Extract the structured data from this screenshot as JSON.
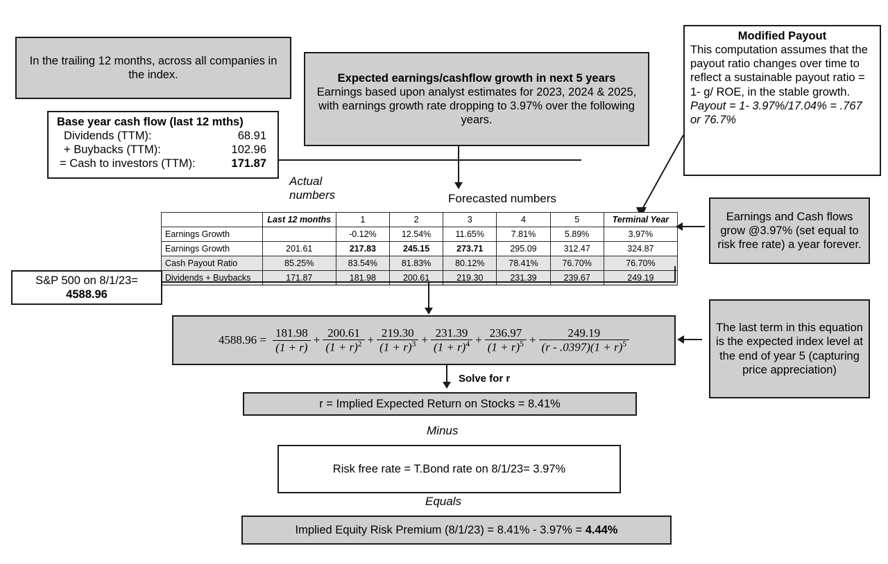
{
  "notes": {
    "trailing_12_months": "In the trailing 12 months, across all companies in the index.",
    "expected_growth_title": "Expected earnings/cashflow growth in next 5 years",
    "expected_growth_body": "Earnings based upon analyst estimates for 2023, 2024 & 2025, with earnings growth rate dropping to 3.97% over the following years.",
    "modified_payout_title": "Modified Payout",
    "modified_payout_body": "This computation assumes that the payout ratio changes over time to reflect a sustainable payout ratio = 1- g/ ROE, in the stable growth.",
    "modified_payout_formula": "Payout = 1- 3.97%/17.04% = .767 or 76.7%",
    "terminal_growth_note": "Earnings and Cash flows grow @3.97% (set equal to risk free rate) a year forever.",
    "last_term_note": "The last term in this equation is the expected index level at the end of year 5 (capturing price appreciation)"
  },
  "base_year": {
    "title": "Base year cash flow  (last 12 mths)",
    "rows": [
      {
        "label": "Dividends (TTM):",
        "value": "68.91"
      },
      {
        "label": "+ Buybacks (TTM):",
        "value": "102.96"
      },
      {
        "label": "= Cash to investors (TTM):",
        "value": "171.87"
      }
    ]
  },
  "index_level": {
    "label": "S&P 500 on 8/1/23=",
    "value": "4588.96"
  },
  "section_labels": {
    "actual_line1": "Actual",
    "actual_line2": "numbers",
    "forecasted": "Forecasted numbers",
    "solve_for_r": "Solve for r",
    "minus": "Minus",
    "equals": "Equals"
  },
  "chart_data": {
    "type": "table",
    "title": "Forecasted numbers",
    "columns": [
      "",
      "Last 12 months",
      "1",
      "2",
      "3",
      "4",
      "5",
      "Terminal Year"
    ],
    "rows": [
      {
        "label": "Earnings Growth",
        "values": [
          "",
          "-0.12%",
          "12.54%",
          "11.65%",
          "7.81%",
          "5.89%",
          "3.97%"
        ],
        "bold": [
          false,
          false,
          false,
          false,
          false,
          false,
          false
        ],
        "shaded": false
      },
      {
        "label": "Earnings Growth",
        "values": [
          "201.61",
          "217.83",
          "245.15",
          "273.71",
          "295.09",
          "312.47",
          "324.87"
        ],
        "bold": [
          false,
          true,
          true,
          true,
          false,
          false,
          false
        ],
        "shaded": false
      },
      {
        "label": "Cash Payout Ratio",
        "values": [
          "85.25%",
          "83.54%",
          "81.83%",
          "80.12%",
          "78.41%",
          "76.70%",
          "76.70%"
        ],
        "bold": [
          false,
          false,
          false,
          false,
          false,
          false,
          false
        ],
        "shaded": true
      },
      {
        "label": "Dividends + Buybacks",
        "values": [
          "171.87",
          "181.98",
          "200.61",
          "219.30",
          "231.39",
          "239.67",
          "249.19"
        ],
        "bold": [
          false,
          false,
          false,
          false,
          false,
          false,
          false
        ],
        "shaded": true
      }
    ]
  },
  "equation": {
    "lhs": "4588.96 =",
    "terms": [
      {
        "numerator": "181.98",
        "denominator_base": "(1 + r)",
        "exponent": ""
      },
      {
        "numerator": "200.61",
        "denominator_base": "(1 + r)",
        "exponent": "2"
      },
      {
        "numerator": "219.30",
        "denominator_base": "(1 + r)",
        "exponent": "3"
      },
      {
        "numerator": "231.39",
        "denominator_base": "(1 + r)",
        "exponent": "4"
      },
      {
        "numerator": "236.97",
        "denominator_base": "(1 + r)",
        "exponent": "5"
      },
      {
        "numerator": "249.19",
        "denominator_base": "(r - .0397)(1 + r)",
        "exponent": "5"
      }
    ],
    "operator": "+"
  },
  "results": {
    "implied_return": "r = Implied Expected Return on Stocks = 8.41%",
    "risk_free": "Risk free rate = T.Bond rate on 8/1/23= 3.97%",
    "erp": "Implied Equity Risk Premium (8/1/23) = 8.41% - 3.97% = ",
    "erp_value": "4.44%"
  },
  "colors": {
    "gray_fill": "#cfcfcf",
    "table_shade": "#e4e4e4",
    "stroke": "#1a1a1a"
  }
}
